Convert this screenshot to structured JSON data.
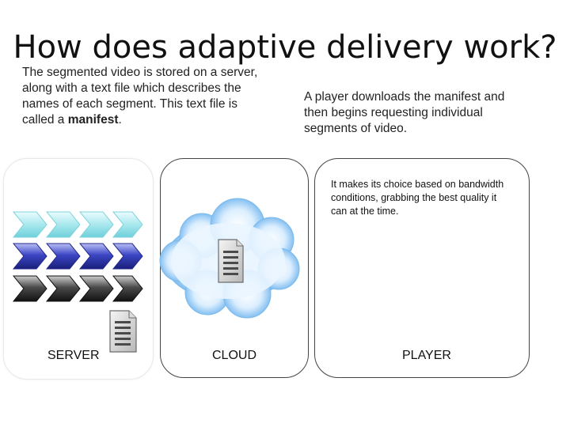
{
  "title": "How does adaptive delivery work?",
  "left_description": {
    "text": "The segmented video is stored on a server, along with a text file which describes the names of each segment. This text file is called a",
    "bold_term": "manifest",
    "suffix": "."
  },
  "right_description": "A player downloads the manifest and then begins requesting individual segments of video.",
  "player_note": "It makes its choice based on bandwidth conditions, grabbing the best quality it can at the time.",
  "labels": {
    "server": "SERVER",
    "cloud": "CLOUD",
    "player": "PLAYER"
  },
  "segment_rows": [
    {
      "quality": "light-cyan",
      "count": 4,
      "color": "#9fe3ea"
    },
    {
      "quality": "blue",
      "count": 4,
      "color": "#3a43b8"
    },
    {
      "quality": "black",
      "count": 4,
      "color": "#333333"
    }
  ],
  "icons": [
    "manifest-document-icon",
    "cloud-icon"
  ]
}
